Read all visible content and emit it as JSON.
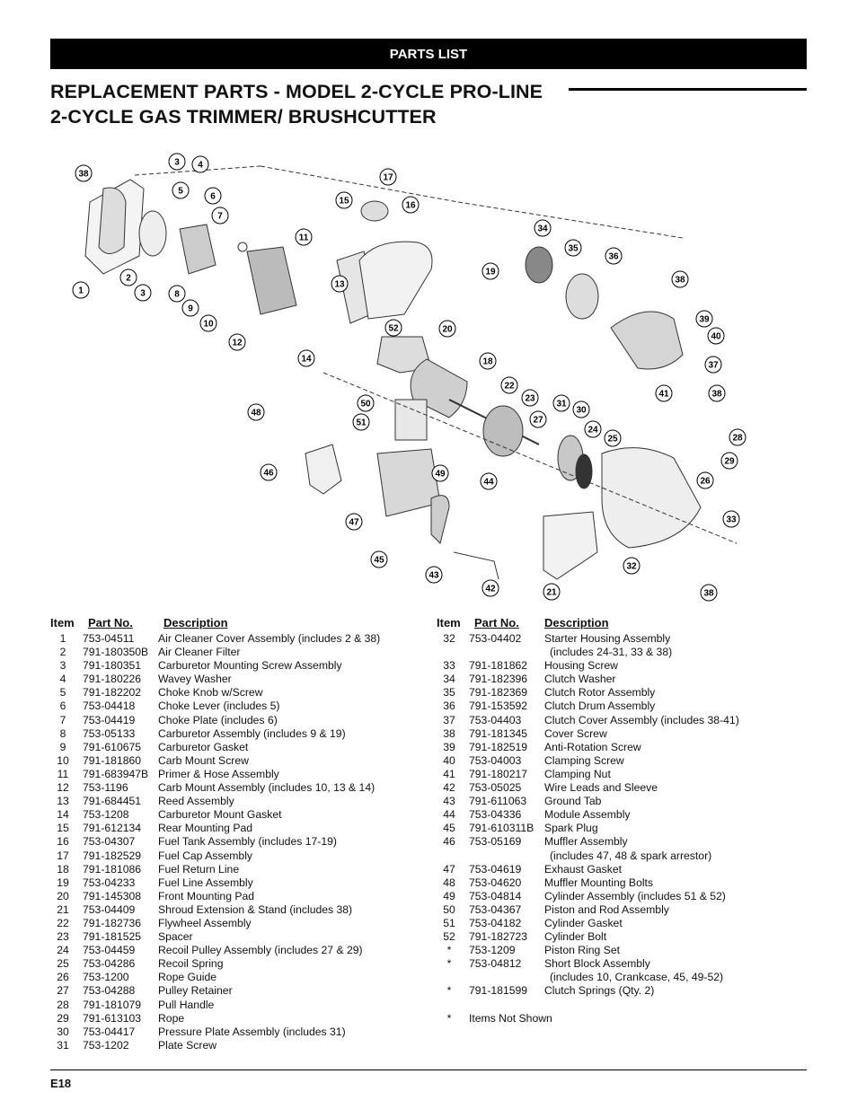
{
  "header": {
    "banner": "PARTS LIST"
  },
  "title": {
    "line1": "REPLACEMENT PARTS - MODEL 2-CYCLE PRO-LINE",
    "line2": "2-CYCLE GAS TRIMMER/ BRUSHCUTTER"
  },
  "diagram": {
    "callouts": [
      "38",
      "3",
      "4",
      "5",
      "6",
      "7",
      "2",
      "3",
      "1",
      "8",
      "9",
      "10",
      "12",
      "11",
      "13",
      "14",
      "15",
      "17",
      "16",
      "19",
      "20",
      "52",
      "18",
      "34",
      "35",
      "36",
      "38",
      "39",
      "40",
      "37",
      "41",
      "38",
      "22",
      "23",
      "31",
      "30",
      "27",
      "24",
      "25",
      "28",
      "29",
      "26",
      "33",
      "48",
      "50",
      "51",
      "46",
      "49",
      "44",
      "47",
      "45",
      "43",
      "42",
      "21",
      "32",
      "38"
    ]
  },
  "columns": {
    "item": "Item",
    "part": "Part No.",
    "desc": "Description"
  },
  "left_rows": [
    {
      "item": "1",
      "part": "753-04511",
      "desc": "Air Cleaner Cover Assembly (includes 2 & 38)"
    },
    {
      "item": "2",
      "part": "791-180350B",
      "desc": "Air Cleaner Filter"
    },
    {
      "item": "3",
      "part": "791-180351",
      "desc": "Carburetor Mounting Screw Assembly"
    },
    {
      "item": "4",
      "part": "791-180226",
      "desc": "Wavey Washer"
    },
    {
      "item": "5",
      "part": "791-182202",
      "desc": "Choke Knob w/Screw"
    },
    {
      "item": "6",
      "part": "753-04418",
      "desc": "Choke Lever (includes 5)"
    },
    {
      "item": "7",
      "part": "753-04419",
      "desc": "Choke Plate (includes 6)"
    },
    {
      "item": "8",
      "part": "753-05133",
      "desc": "Carburetor Assembly (includes 9 & 19)"
    },
    {
      "item": "9",
      "part": "791-610675",
      "desc": "Carburetor Gasket"
    },
    {
      "item": "10",
      "part": "791-181860",
      "desc": "Carb Mount Screw"
    },
    {
      "item": "11",
      "part": "791-683947B",
      "desc": "Primer & Hose Assembly"
    },
    {
      "item": "12",
      "part": "753-1196",
      "desc": "Carb Mount Assembly (includes 10, 13 & 14)"
    },
    {
      "item": "13",
      "part": "791-684451",
      "desc": "Reed Assembly"
    },
    {
      "item": "14",
      "part": "753-1208",
      "desc": "Carburetor Mount Gasket"
    },
    {
      "item": "15",
      "part": "791-612134",
      "desc": "Rear Mounting Pad"
    },
    {
      "item": "16",
      "part": "753-04307",
      "desc": "Fuel Tank Assembly (includes 17-19)"
    },
    {
      "item": "17",
      "part": "791-182529",
      "desc": "Fuel Cap Assembly"
    },
    {
      "item": "18",
      "part": "791-181086",
      "desc": "Fuel Return Line"
    },
    {
      "item": "19",
      "part": "753-04233",
      "desc": "Fuel Line Assembly"
    },
    {
      "item": "20",
      "part": "791-145308",
      "desc": "Front Mounting Pad"
    },
    {
      "item": "21",
      "part": "753-04409",
      "desc": "Shroud Extension & Stand (includes 38)"
    },
    {
      "item": "22",
      "part": "791-182736",
      "desc": "Flywheel Assembly"
    },
    {
      "item": "23",
      "part": "791-181525",
      "desc": "Spacer"
    },
    {
      "item": "24",
      "part": "753-04459",
      "desc": "Recoil Pulley Assembly (includes 27 & 29)"
    },
    {
      "item": "25",
      "part": "753-04286",
      "desc": "Recoil Spring"
    },
    {
      "item": "26",
      "part": "753-1200",
      "desc": "Rope Guide"
    },
    {
      "item": "27",
      "part": "753-04288",
      "desc": "Pulley Retainer"
    },
    {
      "item": "28",
      "part": "791-181079",
      "desc": "Pull Handle"
    },
    {
      "item": "29",
      "part": "791-613103",
      "desc": "Rope"
    },
    {
      "item": "30",
      "part": "753-04417",
      "desc": "Pressure Plate Assembly (includes 31)"
    },
    {
      "item": "31",
      "part": "753-1202",
      "desc": "Plate Screw"
    }
  ],
  "right_rows": [
    {
      "item": "32",
      "part": "753-04402",
      "desc": "Starter Housing Assembly",
      "sub": "(includes 24-31, 33 & 38)"
    },
    {
      "item": "33",
      "part": "791-181862",
      "desc": "Housing Screw"
    },
    {
      "item": "34",
      "part": "791-182396",
      "desc": "Clutch Washer"
    },
    {
      "item": "35",
      "part": "791-182369",
      "desc": "Clutch Rotor Assembly"
    },
    {
      "item": "36",
      "part": "791-153592",
      "desc": "Clutch Drum Assembly"
    },
    {
      "item": "37",
      "part": "753-04403",
      "desc": "Clutch Cover Assembly (includes 38-41)"
    },
    {
      "item": "38",
      "part": "791-181345",
      "desc": "Cover Screw"
    },
    {
      "item": "39",
      "part": "791-182519",
      "desc": "Anti-Rotation Screw"
    },
    {
      "item": "40",
      "part": "753-04003",
      "desc": "Clamping Screw"
    },
    {
      "item": "41",
      "part": "791-180217",
      "desc": "Clamping Nut"
    },
    {
      "item": "42",
      "part": "753-05025",
      "desc": "Wire Leads and Sleeve"
    },
    {
      "item": "43",
      "part": "791-611063",
      "desc": "Ground Tab"
    },
    {
      "item": "44",
      "part": "753-04336",
      "desc": "Module Assembly"
    },
    {
      "item": "45",
      "part": "791-610311B",
      "desc": "Spark Plug"
    },
    {
      "item": "46",
      "part": "753-05169",
      "desc": "Muffler Assembly",
      "sub": "(includes 47, 48 & spark arrestor)"
    },
    {
      "item": "47",
      "part": "753-04619",
      "desc": "Exhaust Gasket"
    },
    {
      "item": "48",
      "part": "753-04620",
      "desc": "Muffler Mounting Bolts"
    },
    {
      "item": "49",
      "part": "753-04814",
      "desc": "Cylinder Assembly (includes 51 & 52)"
    },
    {
      "item": "50",
      "part": "753-04367",
      "desc": "Piston and Rod Assembly"
    },
    {
      "item": "51",
      "part": "753-04182",
      "desc": "Cylinder Gasket"
    },
    {
      "item": "52",
      "part": "791-182723",
      "desc": "Cylinder Bolt"
    },
    {
      "item": "*",
      "part": "753-1209",
      "desc": "Piston Ring Set"
    },
    {
      "item": "*",
      "part": "753-04812",
      "desc": "Short Block Assembly",
      "sub": "(includes 10, Crankcase, 45, 49-52)"
    },
    {
      "item": "*",
      "part": "791-181599",
      "desc": "Clutch Springs (Qty. 2)"
    }
  ],
  "footnote": {
    "mark": "*",
    "text": "Items Not Shown"
  },
  "footer": {
    "page": "E18"
  }
}
